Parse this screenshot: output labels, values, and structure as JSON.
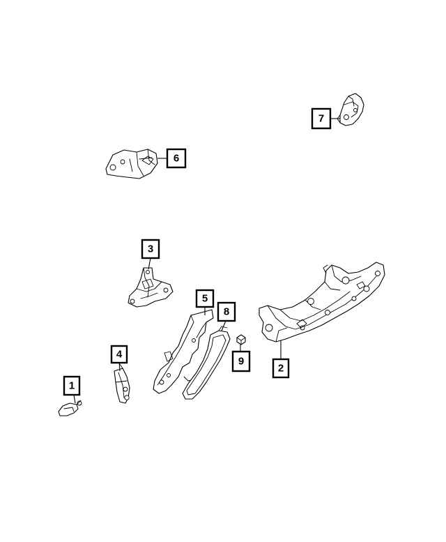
{
  "callouts": [
    {
      "id": "1",
      "label": "1"
    },
    {
      "id": "2",
      "label": "2"
    },
    {
      "id": "3",
      "label": "3"
    },
    {
      "id": "4",
      "label": "4"
    },
    {
      "id": "5",
      "label": "5"
    },
    {
      "id": "6",
      "label": "6"
    },
    {
      "id": "7",
      "label": "7"
    },
    {
      "id": "8",
      "label": "8"
    },
    {
      "id": "9",
      "label": "9"
    }
  ],
  "parts": [
    {
      "id": "1",
      "name": "clip"
    },
    {
      "id": "2",
      "name": "bracket-assembly"
    },
    {
      "id": "3",
      "name": "bracket"
    },
    {
      "id": "4",
      "name": "bracket"
    },
    {
      "id": "5",
      "name": "bracket"
    },
    {
      "id": "6",
      "name": "bracket"
    },
    {
      "id": "7",
      "name": "bracket"
    },
    {
      "id": "8",
      "name": "gasket"
    },
    {
      "id": "9",
      "name": "nut"
    }
  ]
}
